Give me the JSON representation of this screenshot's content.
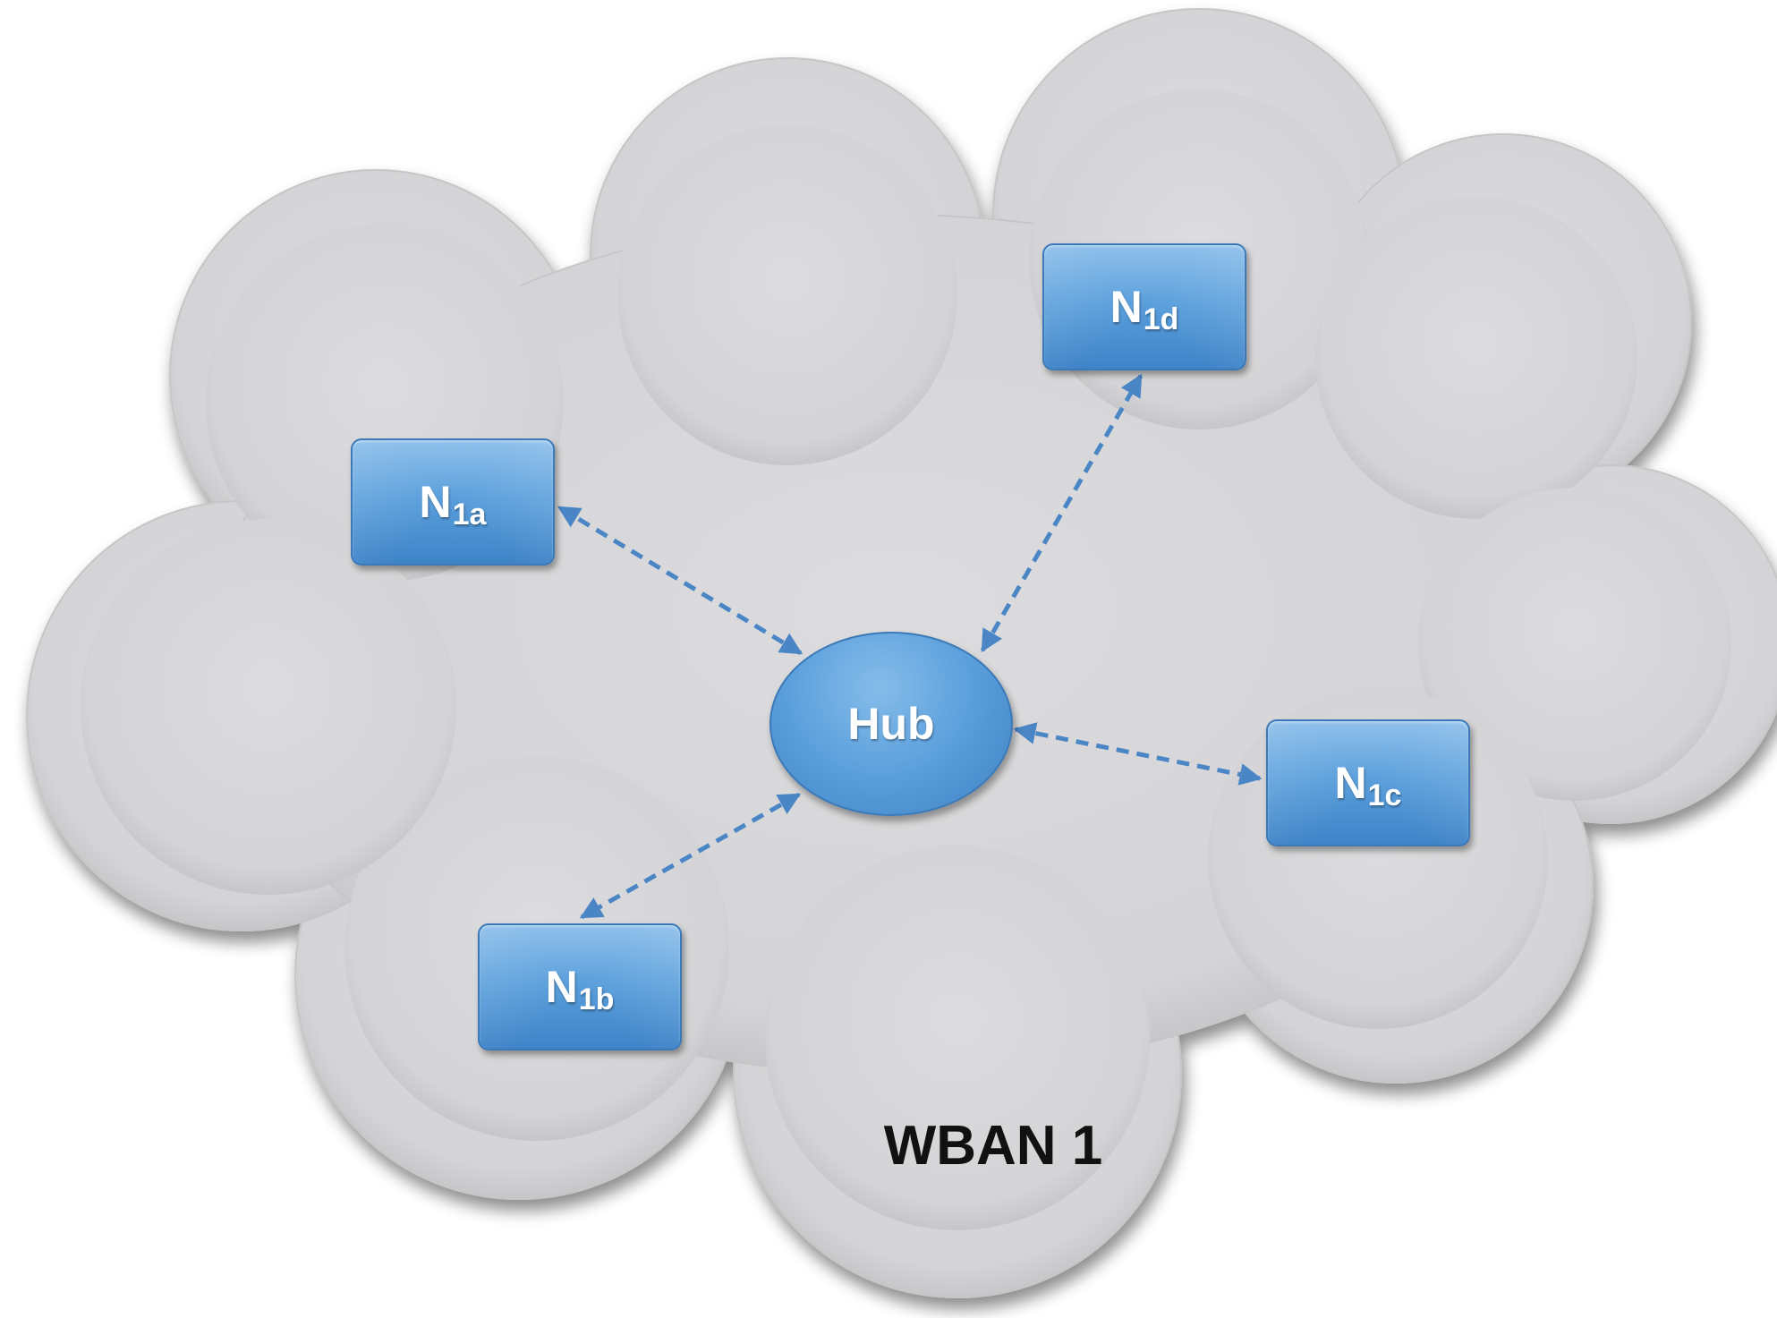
{
  "network_label": "WBAN 1",
  "hub": {
    "label": "Hub"
  },
  "nodes": [
    {
      "id": "N1a",
      "base": "N",
      "subscript": "1a"
    },
    {
      "id": "N1b",
      "base": "N",
      "subscript": "1b"
    },
    {
      "id": "N1c",
      "base": "N",
      "subscript": "1c"
    },
    {
      "id": "N1d",
      "base": "N",
      "subscript": "1d"
    }
  ],
  "colors": {
    "cloud_fill": "#d9d9db",
    "node_fill": "#5a9fdc",
    "link_color": "#4a86c5",
    "label_text": "#ffffff",
    "title_text": "#111111"
  },
  "links": [
    {
      "from": "Hub",
      "to": "N1a",
      "style": "dashed",
      "bidirectional": true
    },
    {
      "from": "Hub",
      "to": "N1b",
      "style": "dashed",
      "bidirectional": true
    },
    {
      "from": "Hub",
      "to": "N1c",
      "style": "dashed",
      "bidirectional": true
    },
    {
      "from": "Hub",
      "to": "N1d",
      "style": "dashed",
      "bidirectional": true
    }
  ]
}
